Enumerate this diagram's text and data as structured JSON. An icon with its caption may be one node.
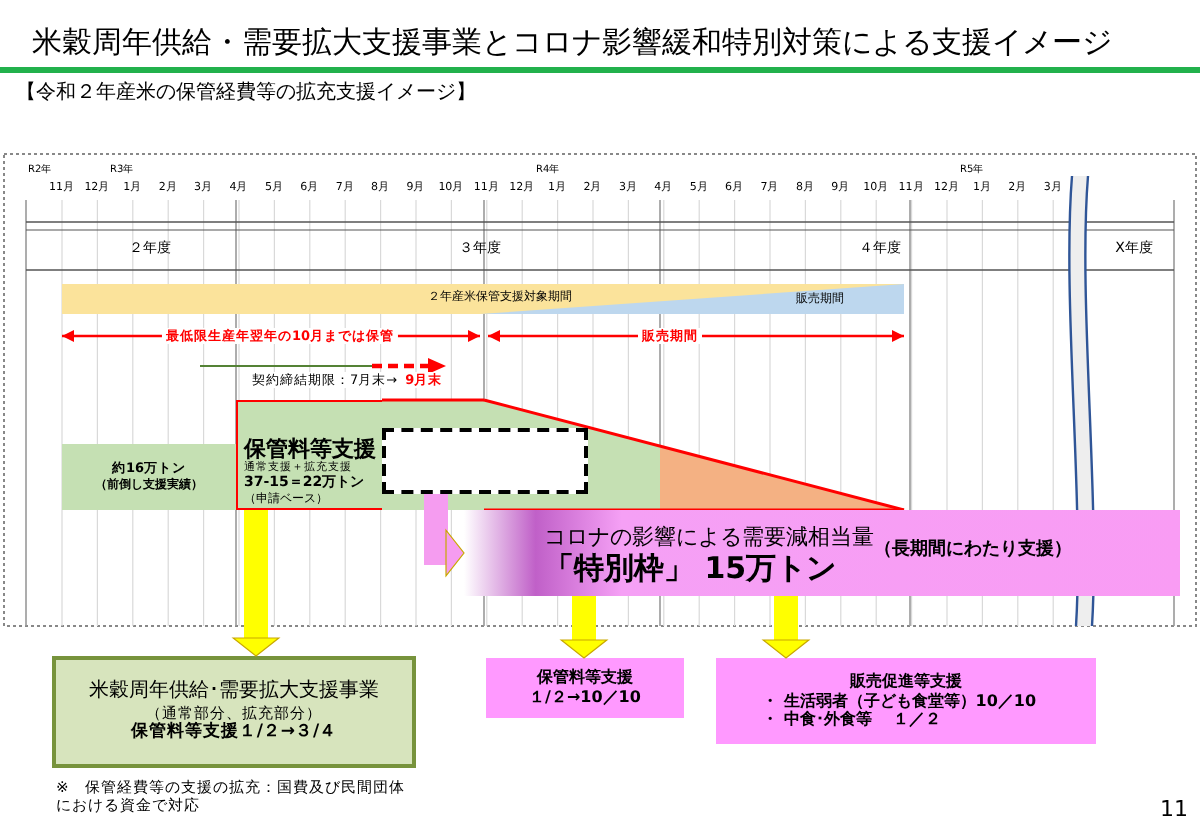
{
  "diagram": {
    "title": "米穀周年供給・需要拡大支援事業とコロナ影響緩和特別対策による支援イメージ",
    "nodes": [
      {
        "text": [
          "約16万トン",
          "（前倒し支援実績）"
        ]
      },
      {
        "text": [
          "保管料等支援",
          "通常支援＋拡充支援",
          "37-15＝22万トン",
          "（申請ベース）"
        ]
      },
      {
        "text": [],
        "shape": "box"
      },
      {
        "text": [
          "コロナの影響による需要減相当量",
          "「特別枠」 15万トン",
          "（長期間にわたり支援）"
        ]
      },
      {
        "text": [
          "米穀周年供給･需要拡大支援事業",
          "（通常部分、拡充部分）",
          "保管料等支援１/２→３/４"
        ]
      },
      {
        "text": [
          "保管料等支援",
          "１/２→10／10"
        ]
      },
      {
        "text": [
          "販売促進等支援",
          "・ 生活弱者（子ども食堂等）10／10",
          "・ 中食･外食等　 １／２"
        ]
      }
    ],
    "edges": [
      {
        "from": 1,
        "to": 4,
        "arrow": "to"
      },
      {
        "from": 2,
        "to": 3,
        "arrow": "to",
        "color": "#f59cf0"
      },
      {
        "from": 3,
        "to": 5,
        "arrow": "to"
      },
      {
        "from": 3,
        "to": 6,
        "arrow": "to"
      }
    ],
    "labels": [
      "【令和２年産米の保管経費等の拡充支援イメージ】",
      "R2年",
      "R3年",
      "R4年",
      "R5年",
      "11月",
      "12月",
      "1月",
      "2月",
      "3月",
      "4月",
      "5月",
      "6月",
      "7月",
      "8月",
      "9月",
      "10月",
      "11月",
      "12月",
      "1月",
      "2月",
      "3月",
      "4月",
      "5月",
      "6月",
      "7月",
      "8月",
      "9月",
      "10月",
      "11月",
      "12月",
      "1月",
      "2月",
      "3月",
      "２年度",
      "３年度",
      "４年度",
      "X年度",
      "２年産米保管支援対象期間",
      "販売期間",
      "最低限生産年翌年の10月までは保管",
      "販売期間",
      "契約締結期限：7月末→",
      "9月末",
      "※　保管経費等の支援の拡充：国費及び民間団体における資金で対応",
      "11"
    ]
  }
}
